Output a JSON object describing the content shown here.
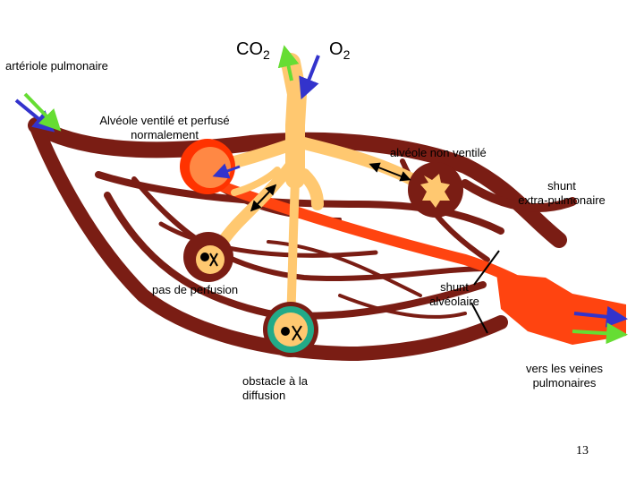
{
  "labels": {
    "arteriole": "artériole pulmonaire",
    "co2_main": "CO",
    "co2_sub": "2",
    "o2_main": "O",
    "o2_sub": "2",
    "alveole_normale_1": "Alvéole ventilé et perfusé",
    "alveole_normale_2": "normalement",
    "alveole_non_ventile": "alvéole non ventilé",
    "shunt_extra_1": "shunt",
    "shunt_extra_2": "extra-pulmonaire",
    "pas_perfusion": "pas de perfusion",
    "shunt_alv_1": "shunt",
    "shunt_alv_2": "alvéolaire",
    "obstacle_1": "obstacle à la",
    "obstacle_2": "diffusion",
    "veines_1": "vers les veines",
    "veines_2": "pulmonaires",
    "page_number": "13"
  },
  "colors": {
    "vessel": "#7a1d14",
    "airway": "#ffc870",
    "alveole_fill": "#ff8844",
    "alveole_ring": "#ff3300",
    "blood_flow": "#ff4410",
    "co2_arrow": "#66dd33",
    "o2_arrow": "#3333cc",
    "thick_membrane": "#22aa88"
  }
}
